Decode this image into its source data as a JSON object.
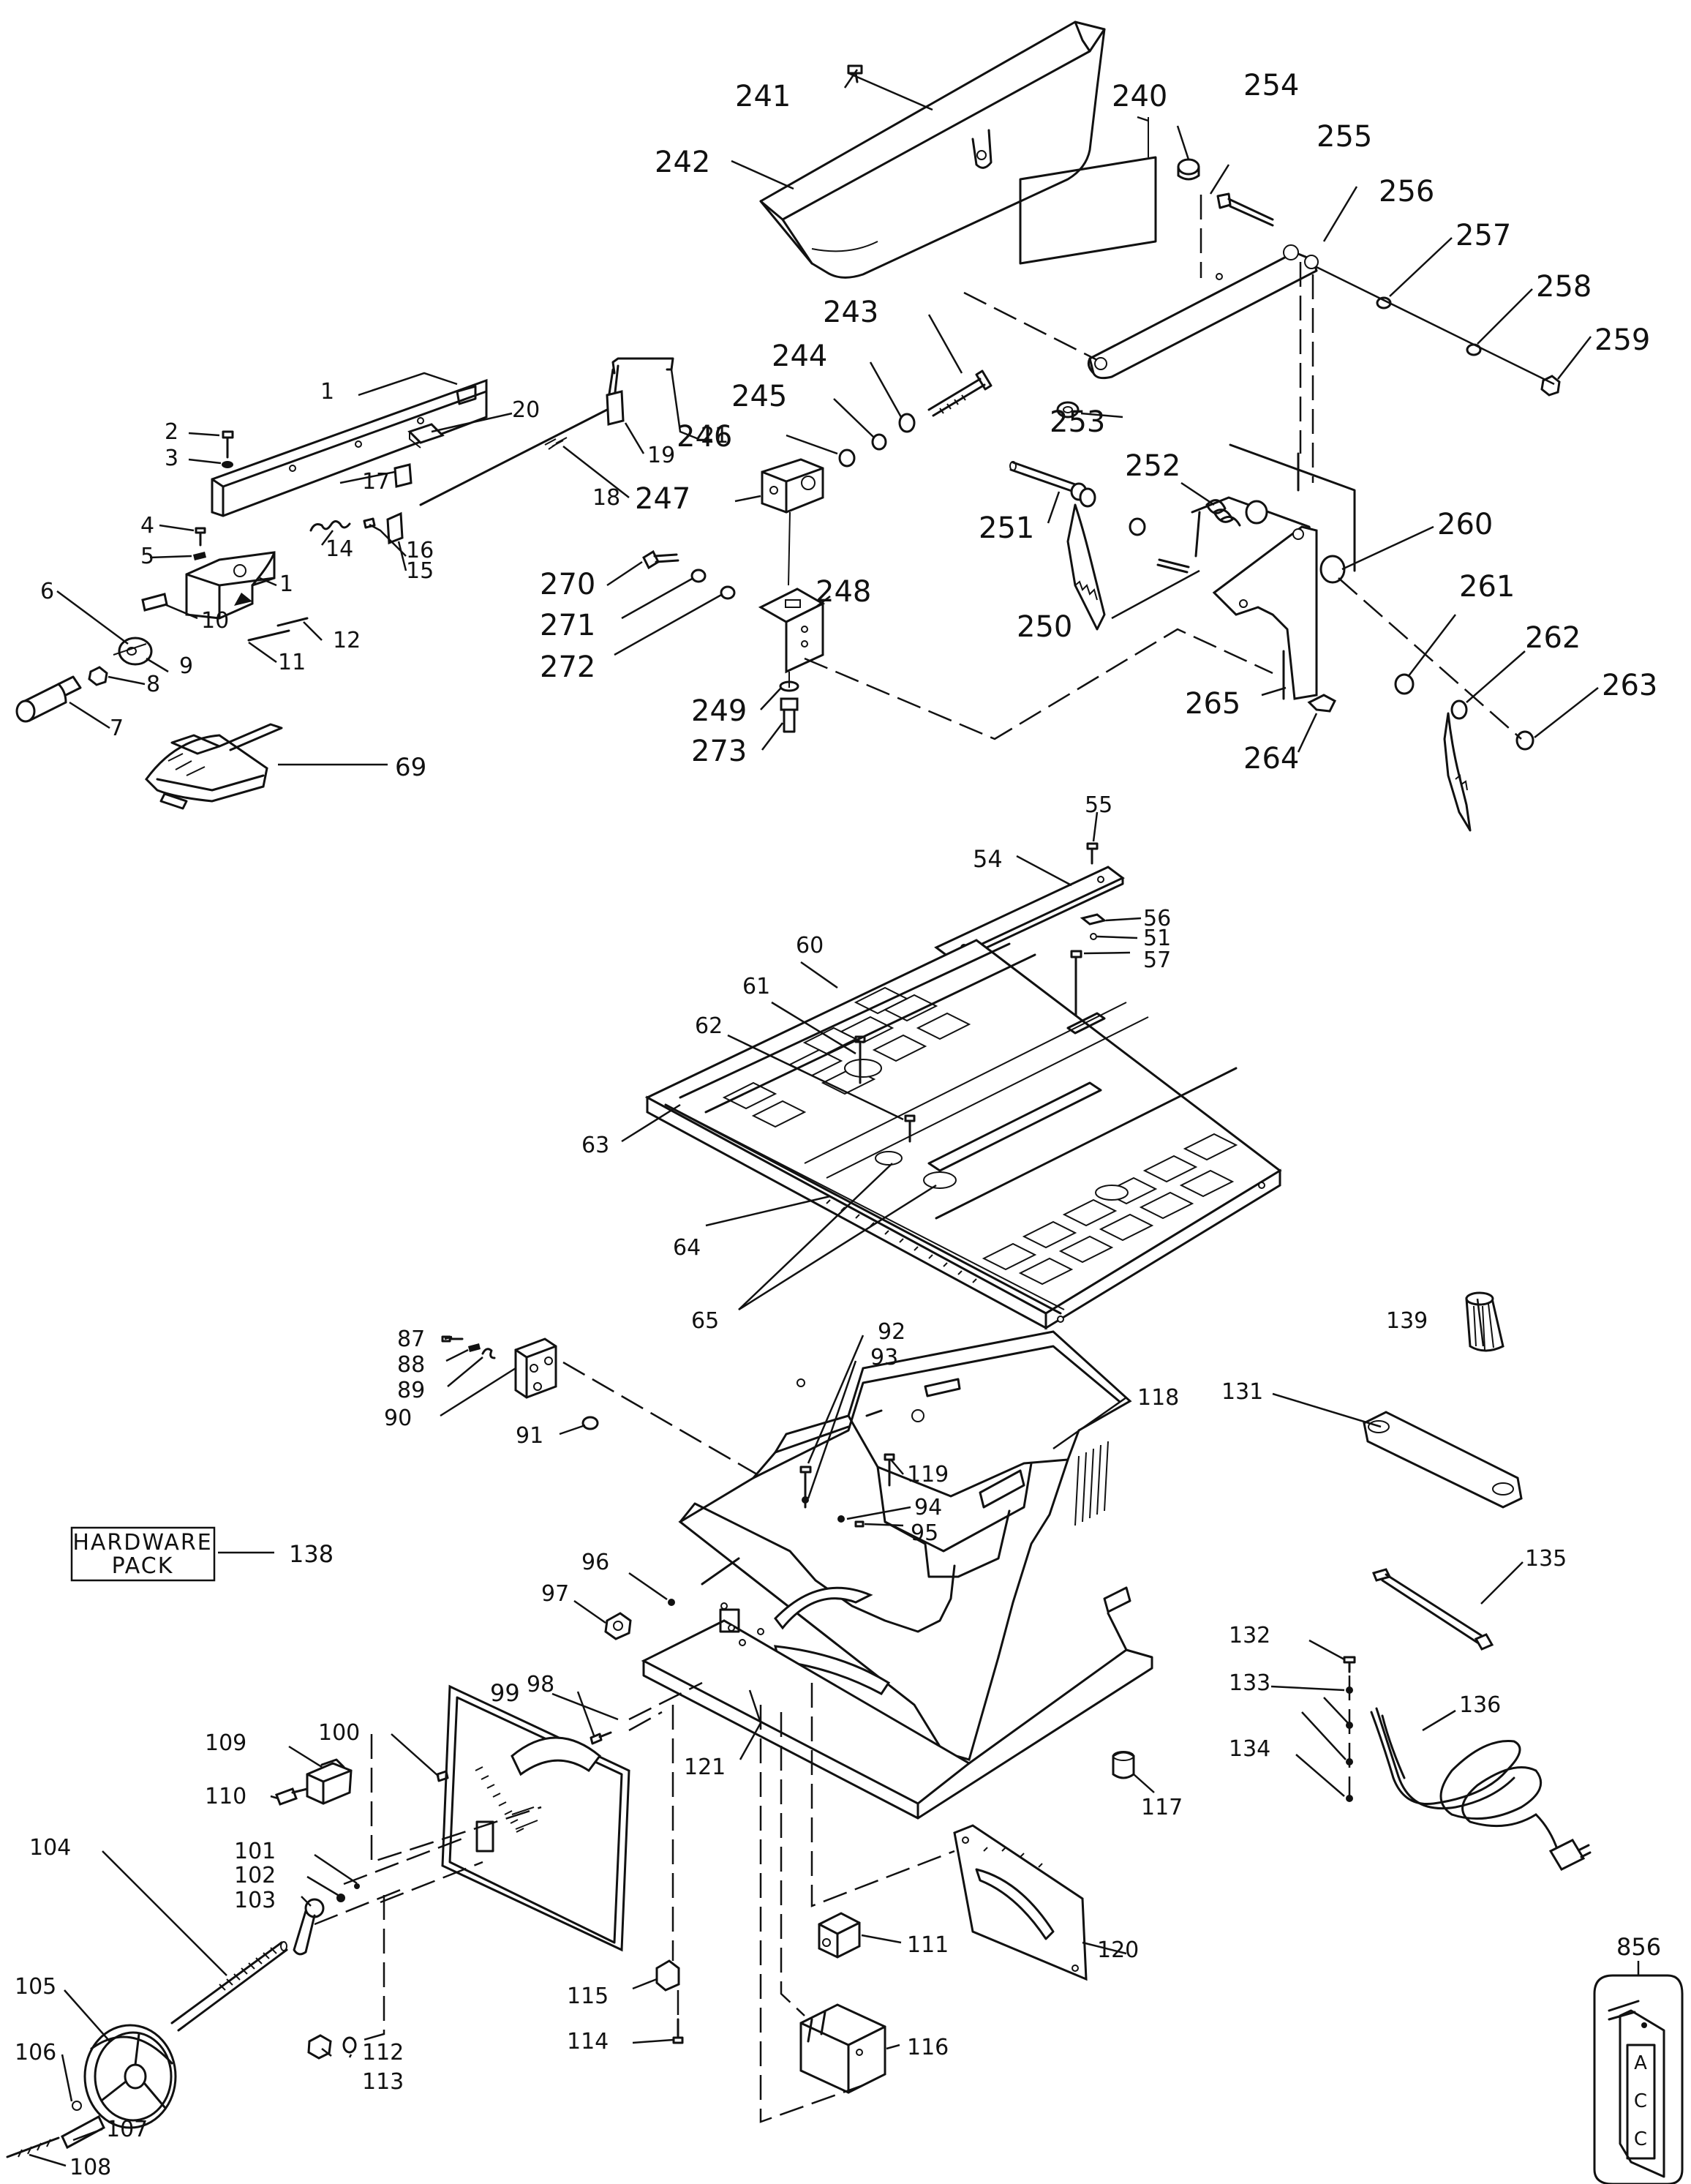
{
  "part_labels": {
    "p1": "1",
    "p2": "2",
    "p3": "3",
    "p4": "4",
    "p5": "5",
    "p6": "6",
    "p7": "7",
    "p8": "8",
    "p9": "9",
    "p10": "10",
    "p11": "11",
    "p12": "12",
    "p14": "14",
    "p15": "15",
    "p16": "16",
    "p17": "17",
    "p18": "18",
    "p19": "19",
    "p20": "20",
    "p21": "21",
    "p51": "51",
    "p54": "54",
    "p55": "55",
    "p56": "56",
    "p57": "57",
    "p60": "60",
    "p61": "61",
    "p62": "62",
    "p63": "63",
    "p64": "64",
    "p65": "65",
    "p69": "69",
    "p87": "87",
    "p88": "88",
    "p89": "89",
    "p90": "90",
    "p91": "91",
    "p92": "92",
    "p93": "93",
    "p94": "94",
    "p95": "95",
    "p96": "96",
    "p97": "97",
    "p98": "98",
    "p99": "99",
    "p100": "100",
    "p101": "101",
    "p102": "102",
    "p103": "103",
    "p104": "104",
    "p105": "105",
    "p106": "106",
    "p107": "107",
    "p108": "108",
    "p109": "109",
    "p110": "110",
    "p111": "111",
    "p112": "112",
    "p113": "113",
    "p114": "114",
    "p115": "115",
    "p116": "116",
    "p117": "117",
    "p118": "118",
    "p119": "119",
    "p120": "120",
    "p121": "121",
    "p131": "131",
    "p132": "132",
    "p133": "133",
    "p134": "134",
    "p135": "135",
    "p136": "136",
    "p138": "138",
    "p139": "139",
    "p240": "240",
    "p241": "241",
    "p242": "242",
    "p243": "243",
    "p244": "244",
    "p245": "245",
    "p246": "246",
    "p247": "247",
    "p248": "248",
    "p249": "249",
    "p250": "250",
    "p251": "251",
    "p252": "252",
    "p253": "253",
    "p254": "254",
    "p255": "255",
    "p256": "256",
    "p257": "257",
    "p258": "258",
    "p259": "259",
    "p260": "260",
    "p261": "261",
    "p262": "262",
    "p263": "263",
    "p264": "264",
    "p265": "265",
    "p270": "270",
    "p271": "271",
    "p272": "272",
    "p273": "273",
    "p856": "856"
  },
  "hardware_pack": {
    "line1": "HARDWARE",
    "line2": "PACK"
  },
  "acc_tag": {
    "l1": "A",
    "l2": "C",
    "l3": "C"
  }
}
